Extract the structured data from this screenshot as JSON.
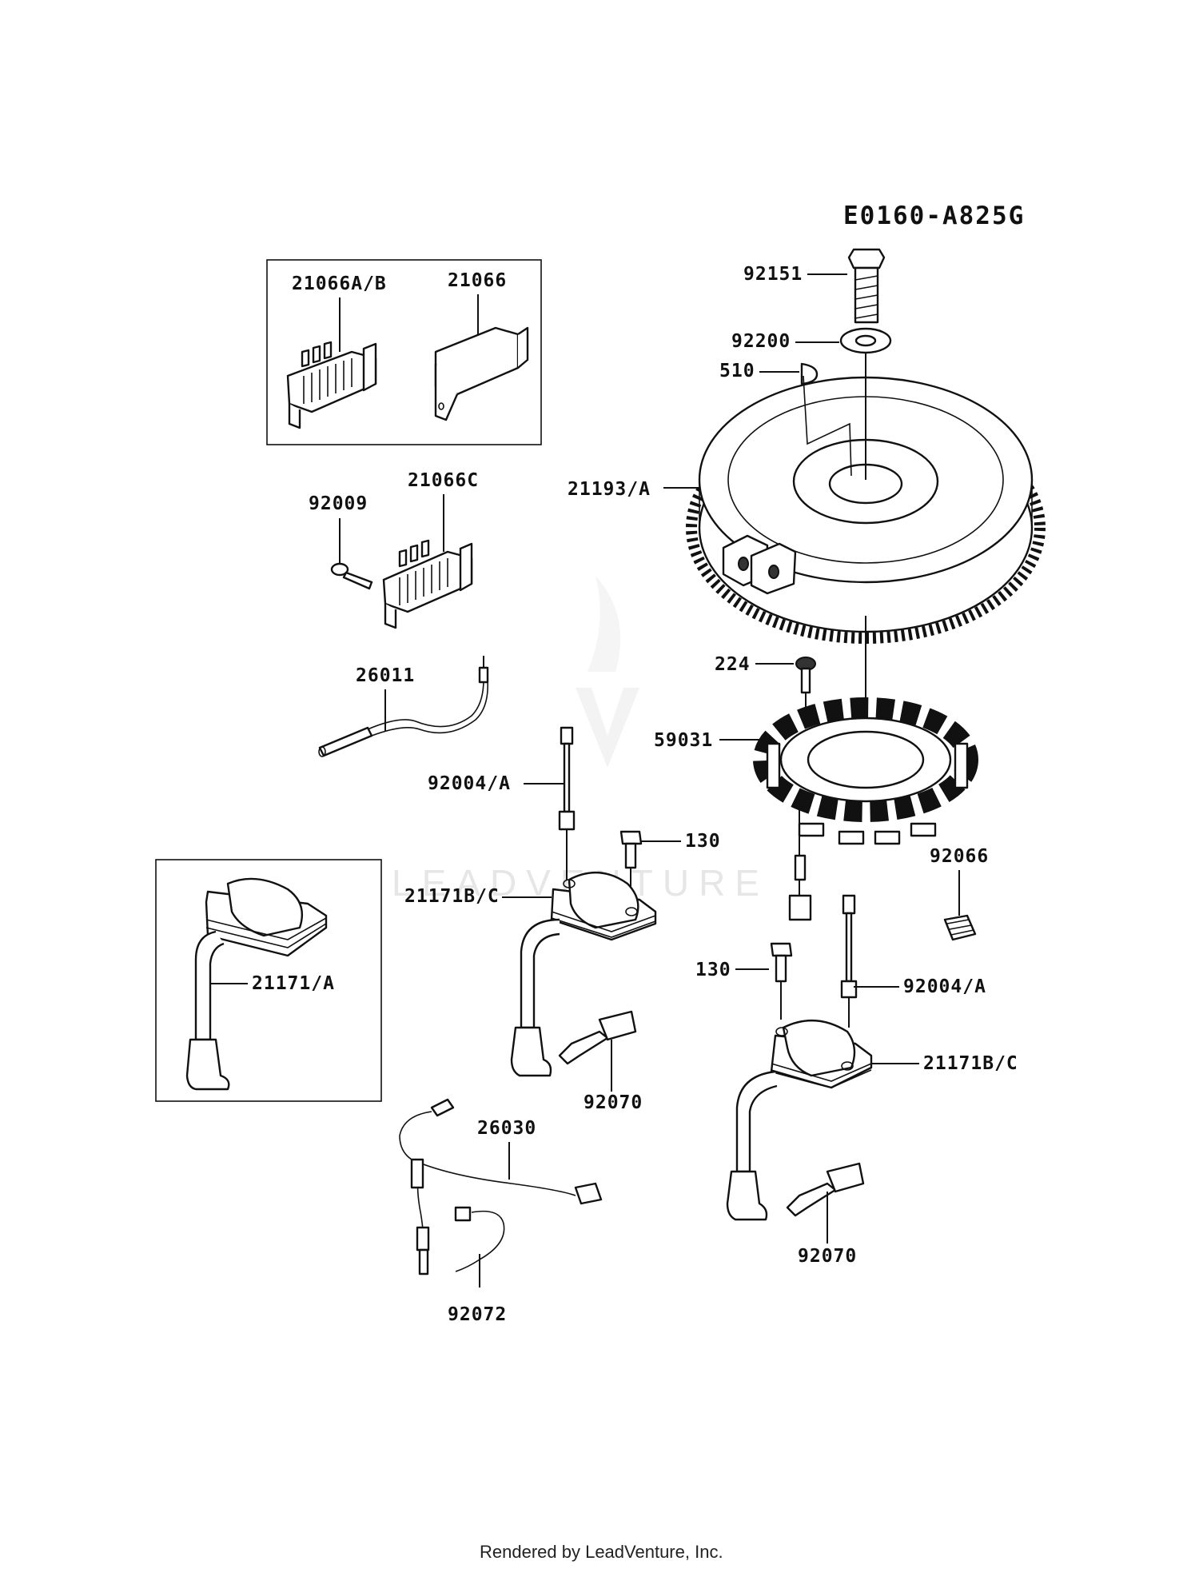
{
  "diagram_code": "E0160-A825G",
  "footer": "Rendered by LeadVenture, Inc.",
  "watermark": "LEADVENTURE",
  "parts": {
    "p92151": "92151",
    "p92200": "92200",
    "p510": "510",
    "p21193A": "21193/A",
    "p21066AB": "21066A/B",
    "p21066": "21066",
    "p92009": "92009",
    "p21066C": "21066C",
    "p26011": "26011",
    "p224": "224",
    "p59031": "59031",
    "p92004A_1": "92004/A",
    "p130_1": "130",
    "p21171BC_1": "21171B/C",
    "p92066": "92066",
    "p21171A": "21171/A",
    "p130_2": "130",
    "p92004A_2": "92004/A",
    "p21171BC_2": "21171B/C",
    "p92070_1": "92070",
    "p26030": "26030",
    "p92070_2": "92070",
    "p92072": "92072"
  }
}
